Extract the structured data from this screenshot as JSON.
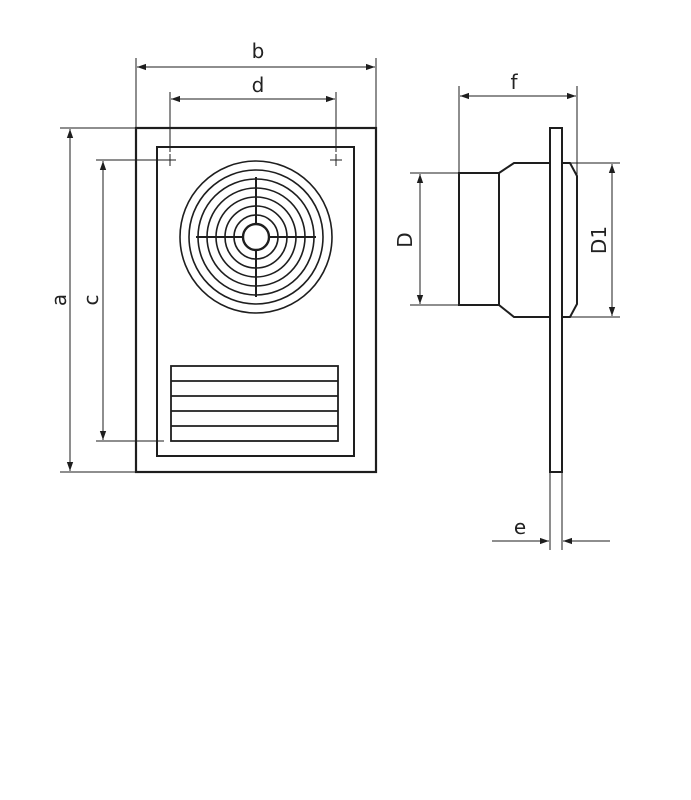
{
  "diagram": {
    "type": "technical-dimension-drawing",
    "colors": {
      "line": "#1e1e1e",
      "background": "#ffffff"
    },
    "dimension_labels": {
      "a": "a",
      "b": "b",
      "c": "c",
      "d": "d",
      "f": "f",
      "D": "D",
      "D1": "D1",
      "e": "e"
    }
  }
}
